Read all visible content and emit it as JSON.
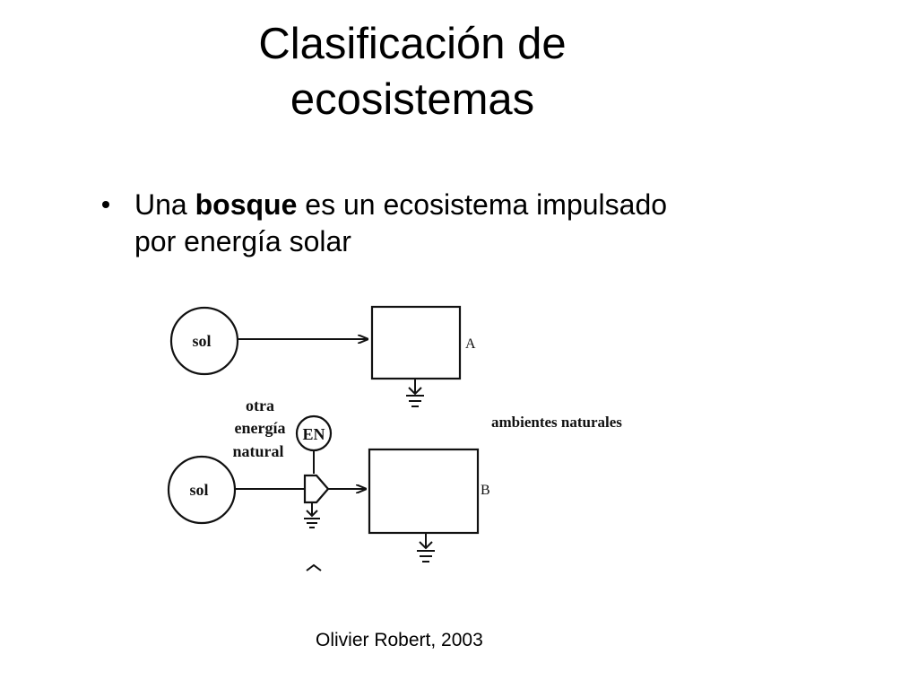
{
  "slide": {
    "title_line1": "Clasificación de",
    "title_line2": "ecosistemas",
    "bullet": {
      "prefix": "Una ",
      "bold": "bosque",
      "line1_rest": " es un ecosistema impulsado",
      "line2": "por energía solar"
    },
    "citation": "Olivier Robert, 2003"
  },
  "diagram": {
    "sun_label_a": "sol",
    "sun_label_b": "sol",
    "box_label_a": "A",
    "box_label_b": "B",
    "other_energy_line1": "otra",
    "other_energy_line2": "energía",
    "other_energy_line3": "natural",
    "en_label": "EN",
    "caption": "ambientes naturales"
  }
}
